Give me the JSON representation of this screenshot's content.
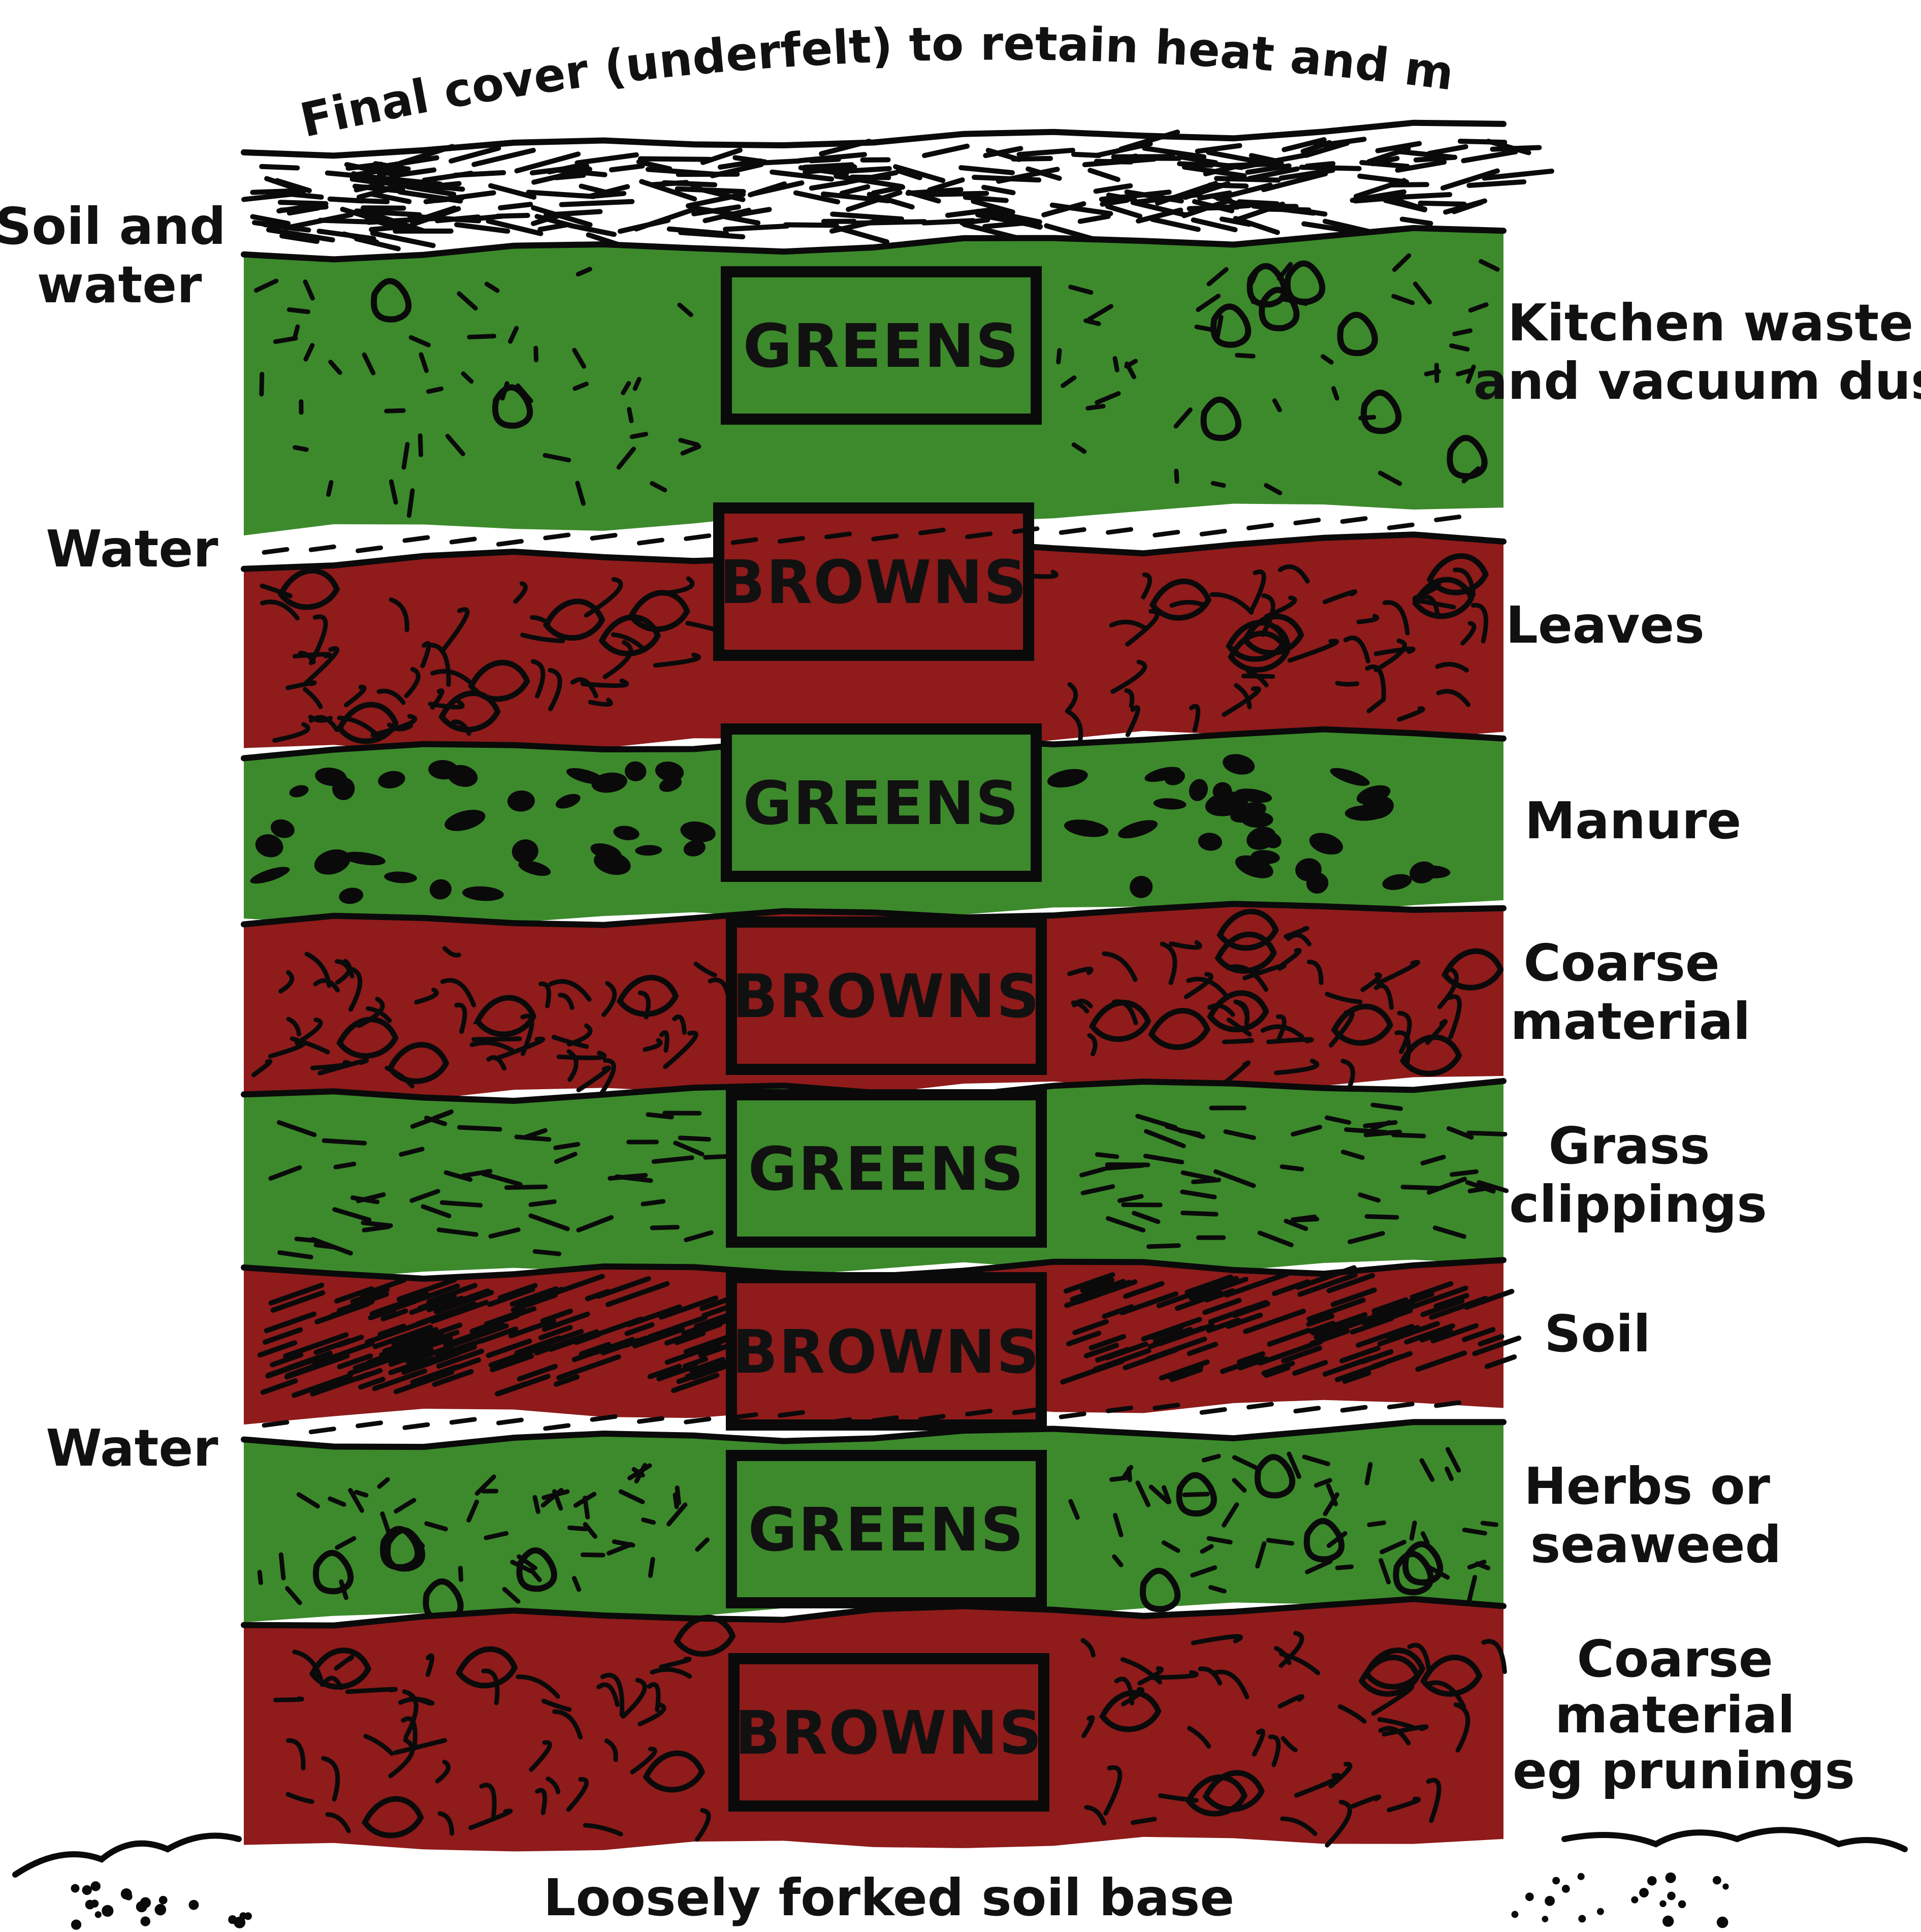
{
  "colors": {
    "greens": "#3d8a2c",
    "browns": "#8f1b1b",
    "ink": "#0a0a0a",
    "background": "#ffffff"
  },
  "top_label": "Final cover (underfelt) to retain heat and moisture",
  "bottom_label": "Loosely forked soil base",
  "left_labels": [
    {
      "id": "soil-water",
      "lines": [
        "Soil and",
        "water"
      ]
    },
    {
      "id": "water-1",
      "lines": [
        "Water"
      ]
    },
    {
      "id": "water-2",
      "lines": [
        "Water"
      ]
    }
  ],
  "layers": [
    {
      "type": "greens",
      "label": "GREENS",
      "side_label": [
        "Kitchen waste",
        "and vacuum dust"
      ],
      "texture": "kitchen"
    },
    {
      "type": "browns",
      "label": "BROWNS",
      "side_label": [
        "Leaves"
      ],
      "texture": "leaves"
    },
    {
      "type": "greens",
      "label": "GREENS",
      "side_label": [
        "Manure"
      ],
      "texture": "manure"
    },
    {
      "type": "browns",
      "label": "BROWNS",
      "side_label": [
        "Coarse",
        "material"
      ],
      "texture": "coarse"
    },
    {
      "type": "greens",
      "label": "GREENS",
      "side_label": [
        "Grass",
        "clippings"
      ],
      "texture": "grass"
    },
    {
      "type": "browns",
      "label": "BROWNS",
      "side_label": [
        "Soil"
      ],
      "texture": "soil"
    },
    {
      "type": "greens",
      "label": "GREENS",
      "side_label": [
        "Herbs or",
        "seaweed"
      ],
      "texture": "herbs"
    },
    {
      "type": "browns",
      "label": "BROWNS",
      "side_label": [
        "Coarse",
        "material",
        "eg prunings"
      ],
      "texture": "prunings"
    }
  ]
}
